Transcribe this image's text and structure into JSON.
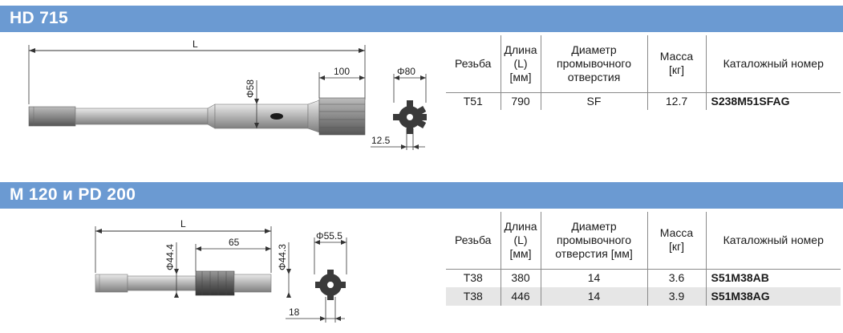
{
  "sections": [
    {
      "title": "HD 715",
      "drawing": {
        "length_label": "L",
        "dia_label": "Φ58",
        "spline_len_label": "100",
        "end_dia_label": "Φ80",
        "end_detail_label": "12.5"
      },
      "table": {
        "headers": [
          "Резьба",
          "Длина (L) [мм]",
          "Диаметр промывочного отверстия",
          "Масса [кг]",
          "Каталожный номер"
        ],
        "rows": [
          [
            "T51",
            "790",
            "SF",
            "12.7",
            "S238M51SFAG"
          ]
        ]
      }
    },
    {
      "title": "M 120 и PD 200",
      "drawing": {
        "length_label": "L",
        "dia_left_label": "Φ44.4",
        "spline_len_label": "65",
        "dia_right_label": "Φ44.3",
        "end_dia_label": "Φ55.5",
        "end_detail_label": "18"
      },
      "table": {
        "headers": [
          "Резьба",
          "Длина (L) [мм]",
          "Диаметр промывочного отверстия [мм]",
          "Масса [кг]",
          "Каталожный номер"
        ],
        "rows": [
          [
            "T38",
            "380",
            "14",
            "3.6",
            "S51M38AB"
          ],
          [
            "T38",
            "446",
            "14",
            "3.9",
            "S51M38AG"
          ]
        ]
      }
    }
  ]
}
